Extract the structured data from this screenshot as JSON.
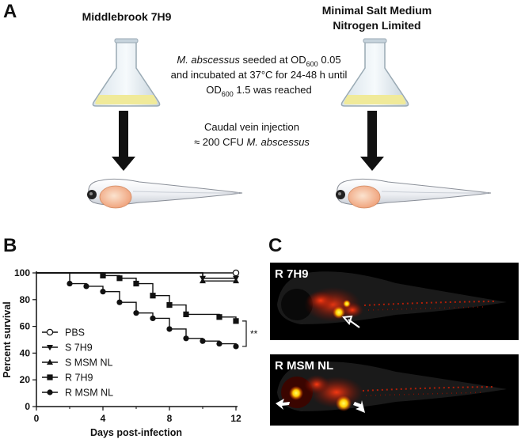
{
  "panels": {
    "a": {
      "letter": "A",
      "left_medium": "Middlebrook 7H9",
      "right_medium_line1": "Minimal Salt Medium",
      "right_medium_line2": "Nitrogen Limited",
      "culture_text": {
        "line1_species": "M. abscessus",
        "line1_rest": " seeded at OD",
        "line1_sub": "600",
        "line1_value": " 0.05",
        "line2": "and incubated at 37°C for 24-48 h until",
        "line3_prefix": "OD",
        "line3_sub": "600",
        "line3_rest": " 1.5 was reached"
      },
      "injection_text": {
        "line1": "Caudal vein injection",
        "line2_prefix": "≈ 200 CFU ",
        "line2_species": "M. abscessus"
      }
    },
    "b": {
      "letter": "B"
    },
    "c": {
      "letter": "C",
      "top_label": "R 7H9",
      "bottom_label": "R MSM NL"
    }
  },
  "chart_data": {
    "type": "line",
    "subtype": "kaplan-meier survival step plot",
    "xlabel": "Days post-infection",
    "ylabel": "Percent survival",
    "xlim": [
      0,
      12
    ],
    "ylim": [
      0,
      100
    ],
    "x_ticks": [
      "0",
      "4",
      "8",
      "12"
    ],
    "y_ticks": [
      "0",
      "20",
      "40",
      "60",
      "80",
      "100"
    ],
    "legend_position": "lower-left",
    "significance_label": "**",
    "significance_between": [
      "R 7H9",
      "R MSM NL"
    ],
    "series": [
      {
        "name": "PBS",
        "marker": "open-circle",
        "x": [
          0,
          12
        ],
        "y": [
          100,
          100
        ]
      },
      {
        "name": "S 7H9",
        "marker": "triangle-down",
        "x": [
          0,
          10,
          12
        ],
        "y": [
          100,
          96,
          96
        ]
      },
      {
        "name": "S MSM NL",
        "marker": "triangle-up",
        "x": [
          0,
          10,
          12
        ],
        "y": [
          100,
          94,
          94
        ]
      },
      {
        "name": "R 7H9",
        "marker": "square",
        "x": [
          0,
          4,
          5,
          6,
          7,
          8,
          9,
          11,
          12
        ],
        "y": [
          100,
          98,
          96,
          92,
          83,
          76,
          69,
          67,
          64
        ]
      },
      {
        "name": "R MSM NL",
        "marker": "circle",
        "x": [
          0,
          2,
          3,
          4,
          5,
          6,
          7,
          8,
          9,
          10,
          11,
          12
        ],
        "y": [
          100,
          92,
          90,
          86,
          78,
          70,
          66,
          58,
          51,
          49,
          47,
          45
        ]
      }
    ]
  }
}
